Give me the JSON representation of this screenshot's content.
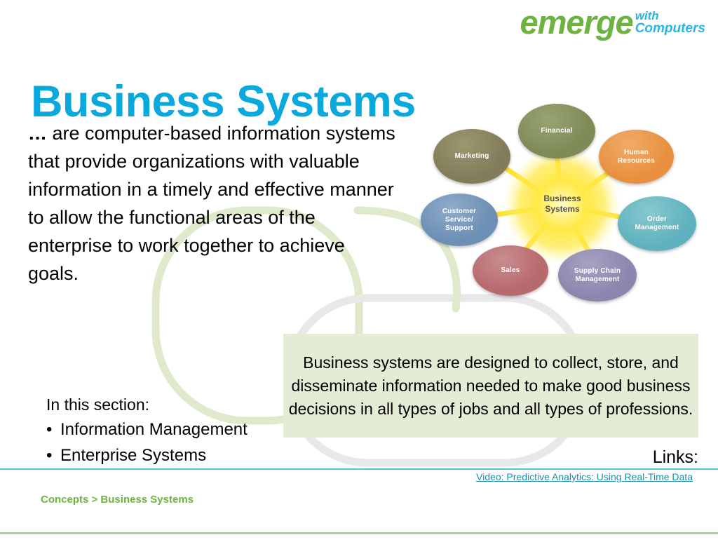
{
  "brand": {
    "word": "emerge",
    "sub_line1": "with",
    "sub_line2": "Computers",
    "green": "#6cb33f",
    "blue": "#27b6e6"
  },
  "title": "Business Systems",
  "lede": {
    "ellipsis": "…",
    "text": " are computer-based information systems that provide organizations with valuable information in a timely and effective manner to allow the functional areas of the enterprise to work together to achieve goals."
  },
  "diagram": {
    "hub": {
      "label_line1": "Business",
      "label_line2": "Systems",
      "glow_color": "#ffe84a"
    },
    "nodes": [
      {
        "id": "financial",
        "label": "Financial",
        "color": "#7f8b57",
        "color_light": "#98a372"
      },
      {
        "id": "marketing",
        "label": "Marketing",
        "color": "#827c5a",
        "color_light": "#9c976f"
      },
      {
        "id": "human-resources",
        "label": "Human\nResources",
        "color": "#e8903f",
        "color_light": "#f0ab69"
      },
      {
        "id": "customer-service",
        "label": "Customer\nService/\nSupport",
        "color": "#6d8fb5",
        "color_light": "#8fabc9"
      },
      {
        "id": "order-management",
        "label": "Order\nManagement",
        "color": "#5fb2bd",
        "color_light": "#86c8d0"
      },
      {
        "id": "sales",
        "label": "Sales",
        "color": "#b8696d",
        "color_light": "#c98d90"
      },
      {
        "id": "supply-chain",
        "label": "Supply Chain\nManagement",
        "color": "#8d85ae",
        "color_light": "#a7a1c2"
      }
    ]
  },
  "callout": {
    "text": "Business systems are designed to collect, store, and disseminate information needed to make good business decisions in all types of jobs and all types of professions.",
    "background": "#e4ecd5"
  },
  "section": {
    "heading": "In this section:",
    "bullet_glyph": "•",
    "items": [
      "Information Management",
      "Enterprise Systems"
    ]
  },
  "links": {
    "label": "Links:",
    "items": [
      "Video: Predictive Analytics: Using Real-Time Data"
    ],
    "link_color": "#1c8fa8",
    "rule_color": "#4fc3e8"
  },
  "breadcrumb": {
    "text": "Concepts > Business Systems",
    "color": "#6cb33f"
  },
  "decor": {
    "green_loop_color": "#dfeacd",
    "gray_loop_color": "#e4e4e4"
  }
}
